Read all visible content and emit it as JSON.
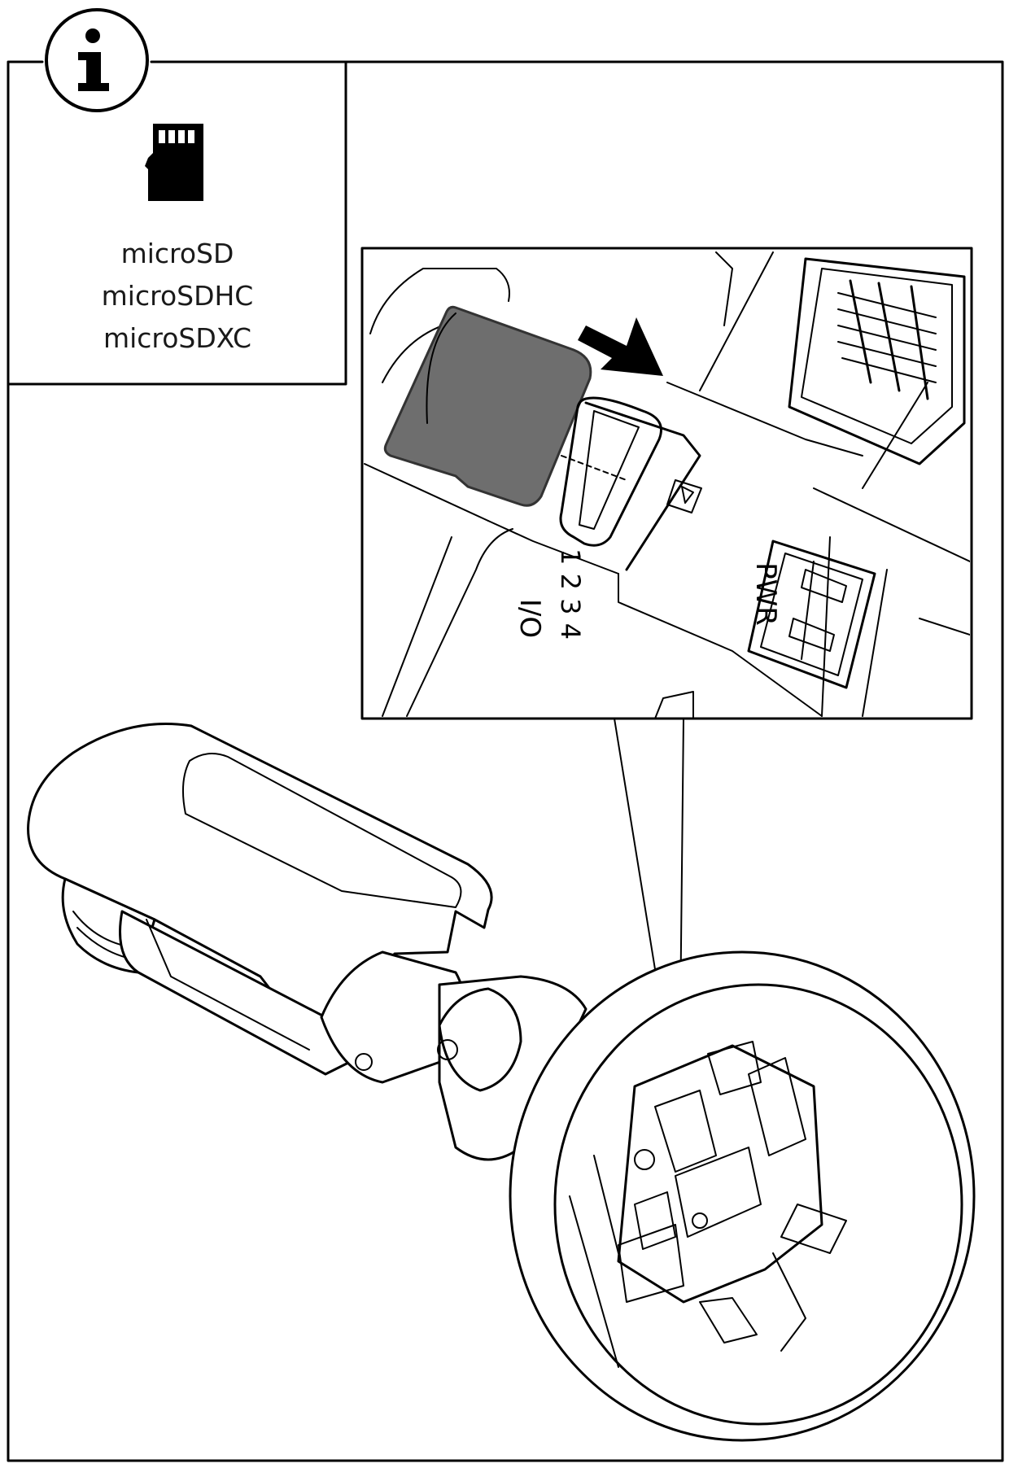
{
  "info_panel": {
    "icon": "info-icon",
    "card_icon": "microsd-card-icon",
    "formats": [
      "microSD",
      "microSDHC",
      "microSDXC"
    ]
  },
  "detail_view": {
    "io_label": "I/O",
    "io_pins": "1 2 3 4",
    "power_label": "PWR",
    "arrow_icon": "insert-arrow-icon"
  },
  "colors": {
    "line": "#000000",
    "background": "#ffffff",
    "card_fill": "#6e6e6e"
  }
}
